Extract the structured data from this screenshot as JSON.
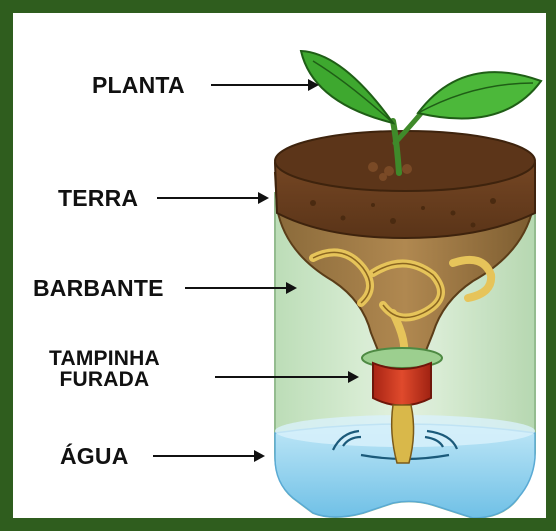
{
  "labels": {
    "planta": "PLANTA",
    "terra": "TERRA",
    "barbante": "BARBANTE",
    "tampinha_line1": "TAMPINHA",
    "tampinha_line2": "FURADA",
    "agua": "ÁGUA"
  },
  "colors": {
    "frame": "#2f5d1e",
    "bottle": "#cfe8cc",
    "soil": "#6b4021",
    "leaf": "#3ea82f",
    "string": "#d9b84a",
    "cap": "#c8321f",
    "water": "#8fd0ef"
  }
}
